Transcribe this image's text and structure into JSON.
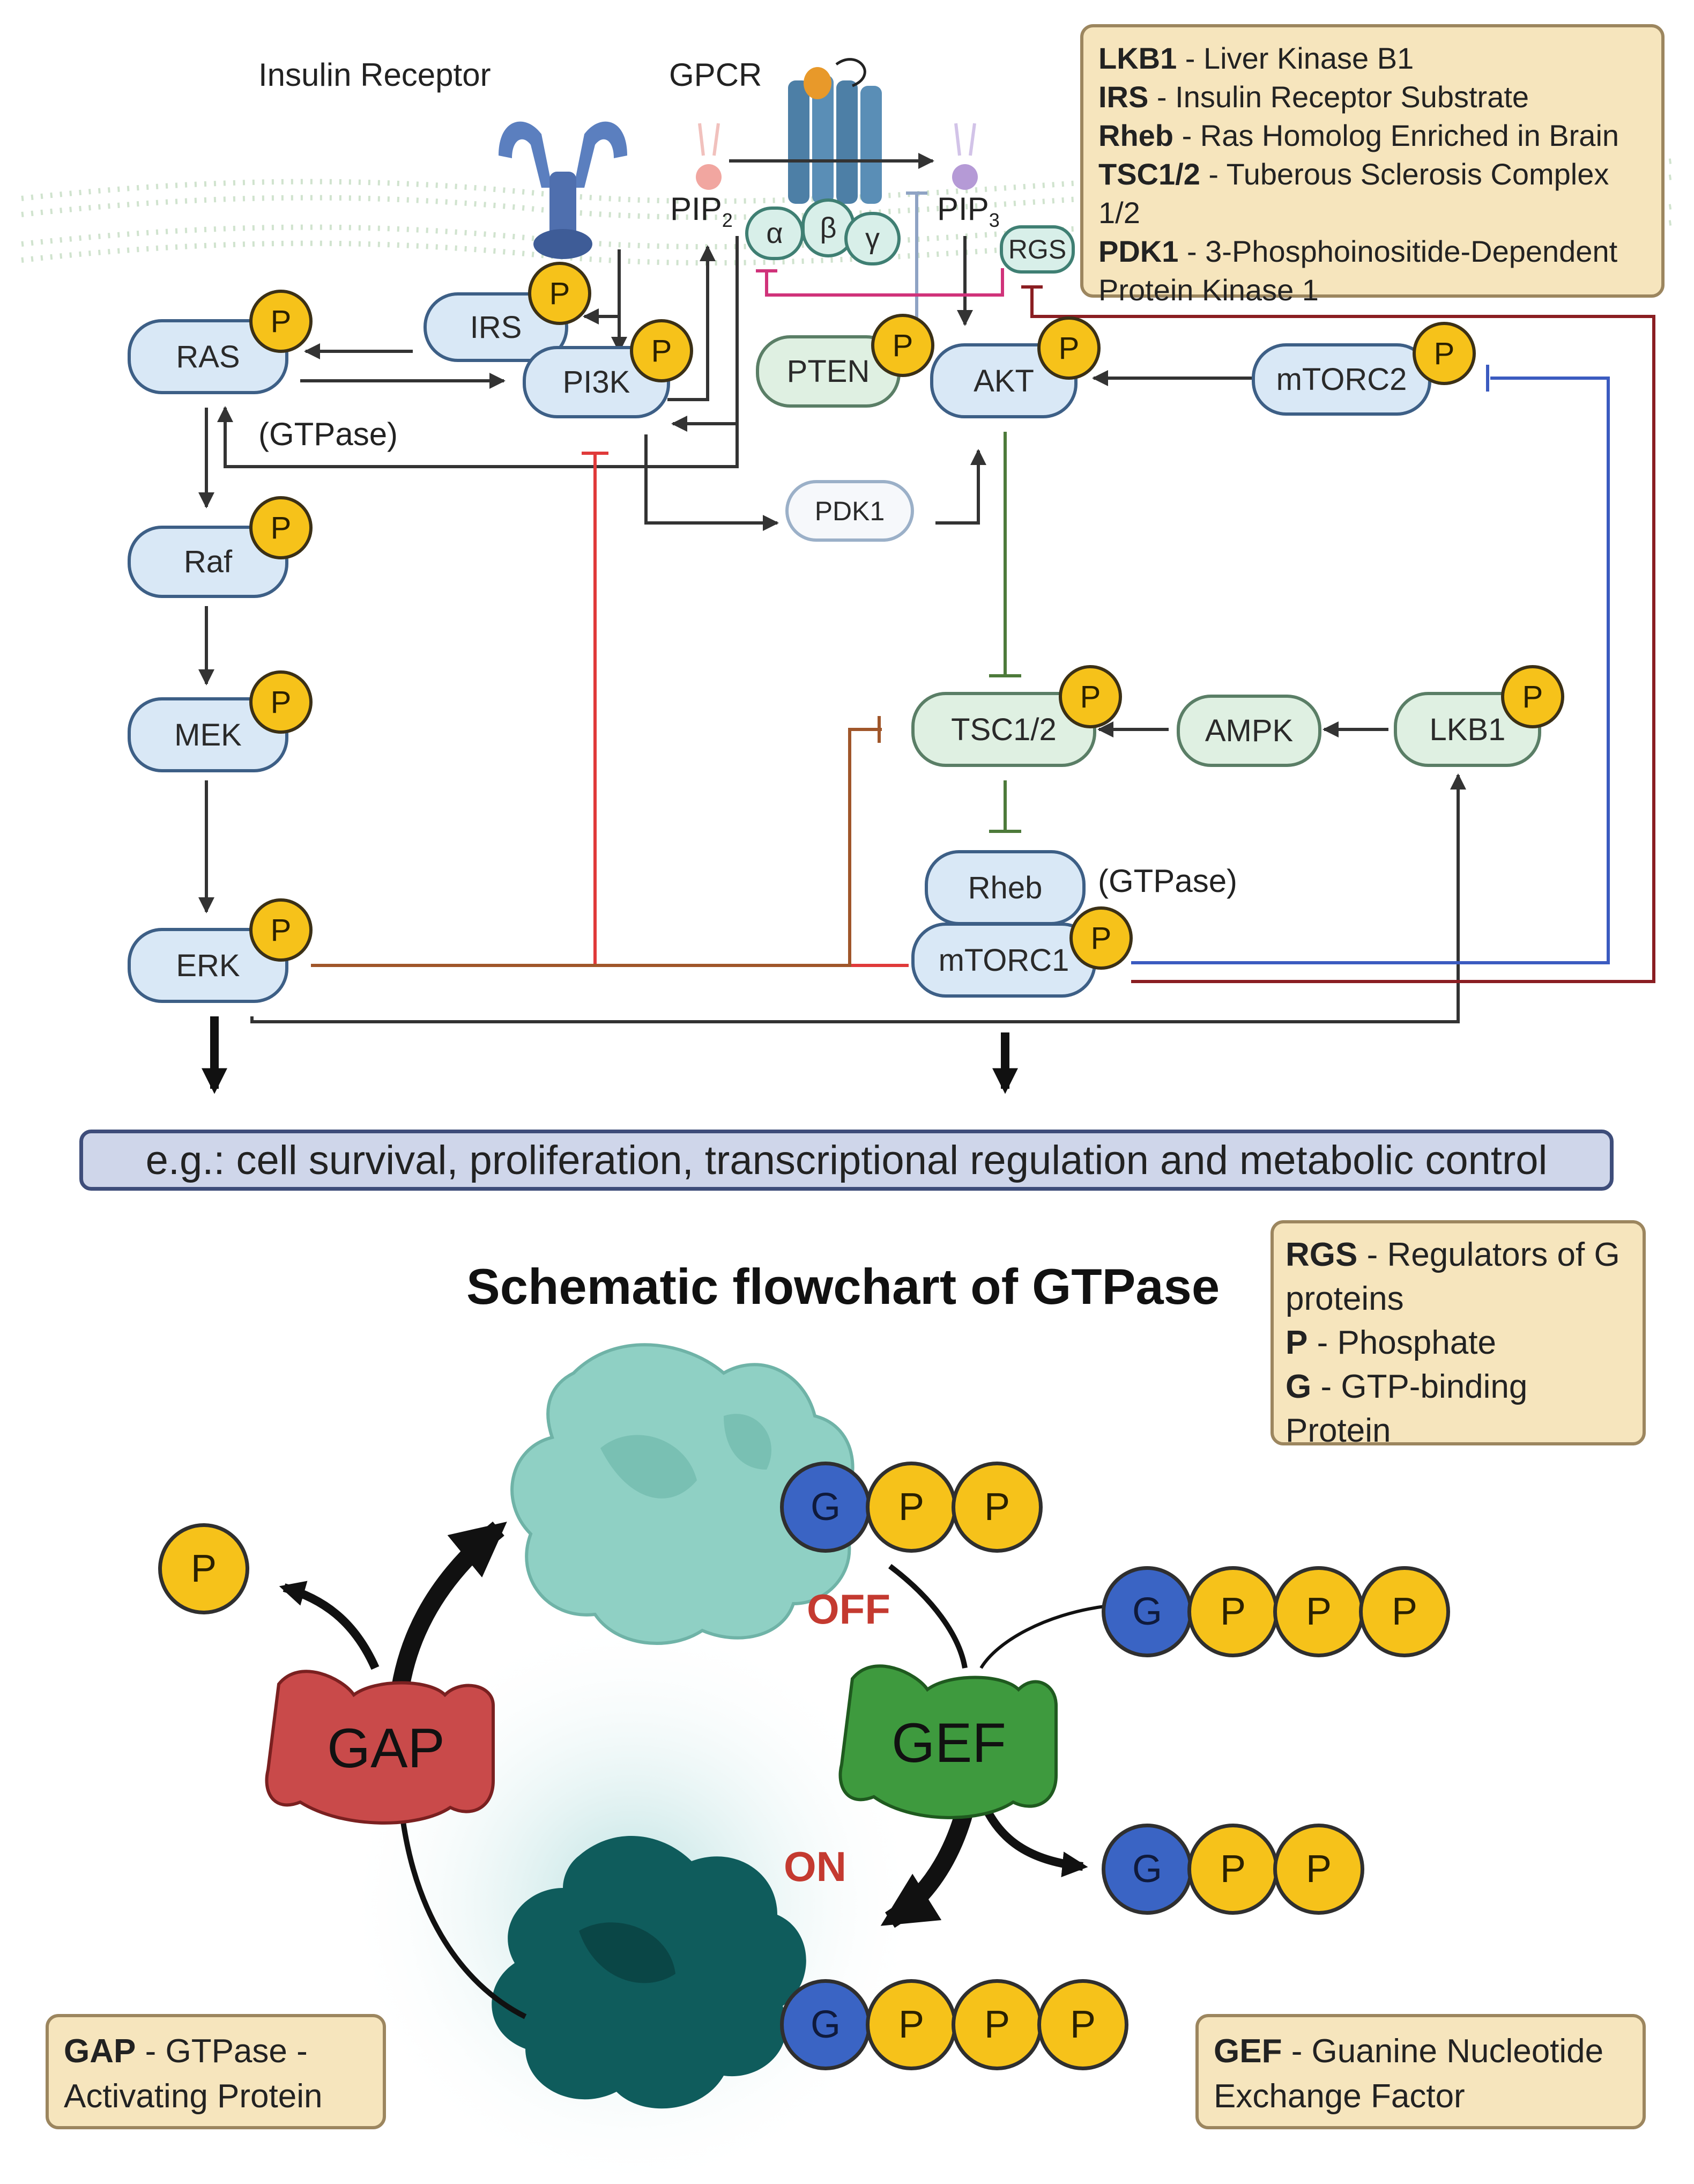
{
  "legend_top": [
    {
      "term": "LKB1",
      "desc": "- Liver Kinase B1"
    },
    {
      "term": "IRS",
      "desc": "- Insulin Receptor Substrate"
    },
    {
      "term": "Rheb",
      "desc": "- Ras Homolog Enriched in Brain"
    },
    {
      "term": "TSC1/2",
      "desc": "- Tuberous Sclerosis Complex 1/2"
    },
    {
      "term": "PDK1",
      "desc": "- 3-Phosphoinositide-Dependent Protein Kinase 1"
    }
  ],
  "legend_mid": [
    {
      "term": "RGS",
      "desc": "- Regulators of G proteins"
    },
    {
      "term": "P",
      "desc": "- Phosphate"
    },
    {
      "term": "G",
      "desc": "- GTP-binding Protein"
    }
  ],
  "legend_gap": {
    "term": "GAP",
    "desc": "- GTPase - Activating Protein"
  },
  "legend_gef": {
    "term": "GEF",
    "desc": "- Guanine Nucleotide Exchange Factor"
  },
  "labels": {
    "insulin_receptor": "Insulin Receptor",
    "gpcr": "GPCR",
    "pip2": "PIP",
    "pip2_sub": "2",
    "pip3": "PIP",
    "pip3_sub": "3",
    "gtpase_ras": "(GTPase)",
    "gtpase_rheb": "(GTPase)",
    "alpha": "α",
    "beta": "β",
    "gamma": "γ"
  },
  "nodes": {
    "ras": "RAS",
    "irs": "IRS",
    "pi3k": "PI3K",
    "raf": "Raf",
    "mek": "MEK",
    "erk": "ERK",
    "pten": "PTEN",
    "akt": "AKT",
    "mtorc2": "mTORC2",
    "pdk1": "PDK1",
    "tsc": "TSC1/2",
    "ampk": "AMPK",
    "lkb1": "LKB1",
    "rheb": "Rheb",
    "mtorc1": "mTORC1",
    "rgs": "RGS"
  },
  "phosphate_label": "P",
  "g_label": "G",
  "outcome": "e.g.: cell survival, proliferation, transcriptional regulation and metabolic control",
  "gtpase_title": "Schematic flowchart of GTPase",
  "gtpase": {
    "gap": "GAP",
    "gef": "GEF",
    "off": "OFF",
    "on": "ON"
  },
  "colors": {
    "node_fill": "#d9e8f6",
    "node_border": "#3d5f86",
    "phosphate": "#f6c21a",
    "g_protein": "#3a64c4",
    "legend_fill": "#f6e5bd",
    "inhibit_red": "#e03a3a",
    "inhibit_green": "#4d7a3a",
    "inhibit_brown": "#a0562a",
    "inhibit_blue": "#3b5bc0",
    "inhibit_darkred": "#8a1e22",
    "gap_fill": "#c94a4a",
    "gef_fill": "#3e9a3e",
    "gtpase_off": "#8fd0c4",
    "gtpase_on": "#0f5c5c"
  }
}
